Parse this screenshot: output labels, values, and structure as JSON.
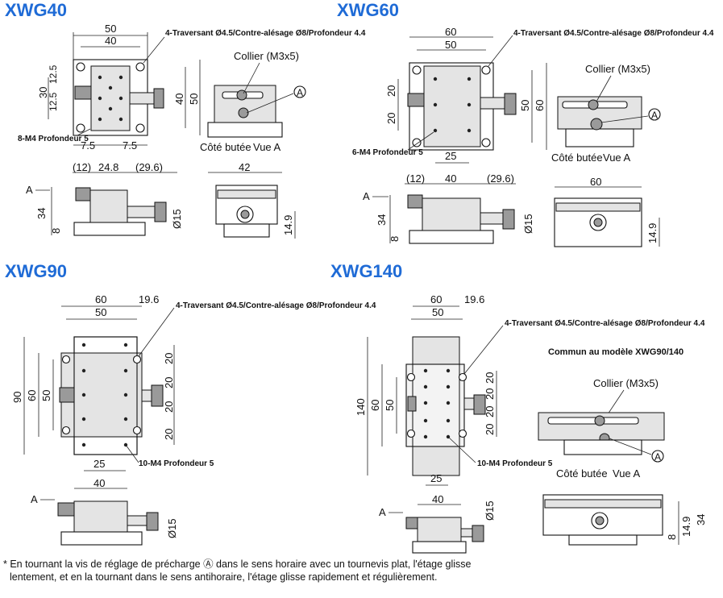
{
  "models": {
    "xwg40": {
      "title": "XWG40",
      "w50": "50",
      "w40": "40",
      "h30": "30",
      "h12a": "12.5",
      "h12b": "12.5",
      "h40": "40",
      "h50": "50",
      "b7a": "7.5",
      "b7b": "7.5",
      "note_holes": "4-Traversant Ø4.5/Contre-alésage Ø8/Profondeur 4.4",
      "note_m4": "8-M4 Profondeur 5",
      "collier": "Collier (M3x5)",
      "circle": "A",
      "cote": "Côté butée",
      "vue": "Vue A",
      "s12": "(12)",
      "s24": "24.8",
      "s29": "(29.6)",
      "s42": "42",
      "s34": "34",
      "s8": "8",
      "s15": "Ø15",
      "s14": "14.9",
      "arrowA": "A"
    },
    "xwg60": {
      "title": "XWG60",
      "w60": "60",
      "w50": "50",
      "h20a": "20",
      "h20b": "20",
      "h50": "50",
      "h60": "60",
      "b25": "25",
      "note_holes": "4-Traversant Ø4.5/Contre-alésage Ø8/Profondeur 4.4",
      "note_m4": "6-M4 Profondeur 5",
      "collier": "Collier (M3x5)",
      "circle": "A",
      "cote": "Côté butée",
      "vue": "Vue A",
      "s12": "(12)",
      "s40": "40",
      "s29": "(29.6)",
      "s60": "60",
      "s34": "34",
      "s8": "8",
      "s15": "Ø15",
      "s14": "14.9",
      "arrowA": "A"
    },
    "xwg90": {
      "title": "XWG90",
      "w60": "60",
      "w50": "50",
      "w19": "19.6",
      "h90": "90",
      "h60": "60",
      "h50": "50",
      "r20a": "20",
      "r20b": "20",
      "r20c": "20",
      "r20d": "20",
      "b25": "25",
      "note_holes": "4-Traversant Ø4.5/Contre-alésage Ø8/Profondeur 4.4",
      "note_m4": "10-M4 Profondeur 5",
      "s40": "40",
      "s15": "Ø15",
      "arrowA": "A"
    },
    "xwg140": {
      "title": "XWG140",
      "w60": "60",
      "w50": "50",
      "w19": "19.6",
      "h140": "140",
      "h60": "60",
      "h50": "50",
      "r20a": "20",
      "r20b": "20",
      "r20c": "20",
      "r20d": "20",
      "b25": "25",
      "note_holes": "4-Traversant Ø4.5/Contre-alésage Ø8/Profondeur 4.4",
      "note_m4": "10-M4 Profondeur 5",
      "s40": "40",
      "s15": "Ø15",
      "arrowA": "A"
    }
  },
  "common": {
    "title": "Commun au modèle XWG90/140",
    "collier": "Collier (M3x5)",
    "circle": "A",
    "cote": "Côté butée",
    "vue": "Vue A",
    "s34": "34",
    "s8": "8",
    "s14": "14.9"
  },
  "footnote": {
    "line1": "* En tournant la vis de réglage de précharge Ⓐ dans le sens horaire avec un tournevis plat, l'étage glisse",
    "line2": "lentement, et en la tournant dans le sens antihoraire, l'étage glisse rapidement et régulièrement."
  }
}
